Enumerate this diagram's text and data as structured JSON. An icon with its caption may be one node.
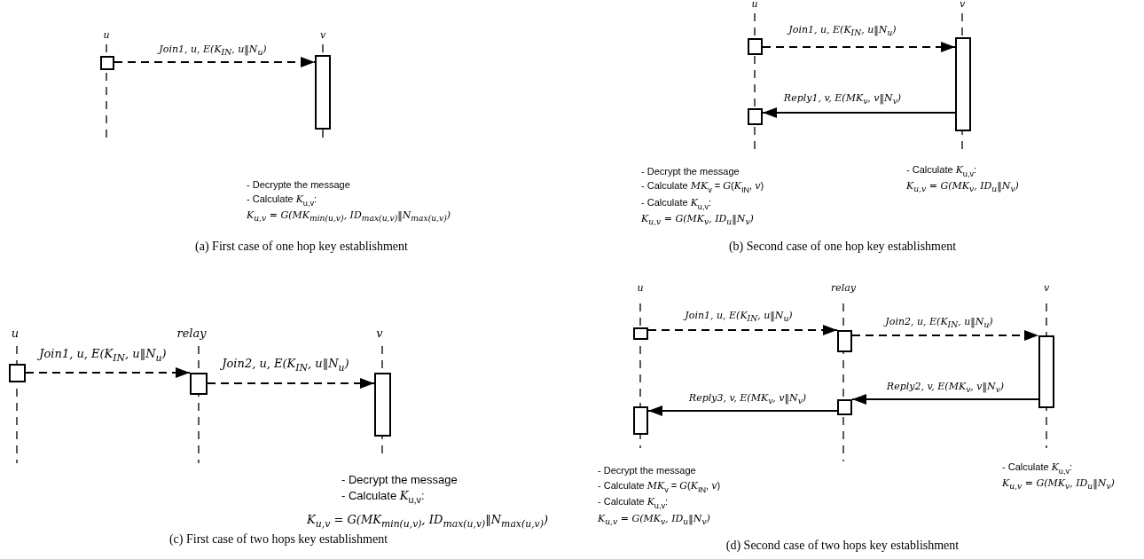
{
  "diagram": {
    "nodes": [
      {
        "text": [],
        "shape": "box"
      },
      {
        "text": [],
        "shape": "bar"
      },
      {
        "text": [],
        "shape": "box"
      },
      {
        "text": [],
        "shape": "bar"
      },
      {
        "text": [],
        "shape": "box"
      },
      {
        "text": [],
        "shape": "box"
      },
      {
        "text": [],
        "shape": "box"
      },
      {
        "text": [],
        "shape": "bar"
      },
      {
        "text": [],
        "shape": "box"
      },
      {
        "text": [],
        "shape": "box"
      },
      {
        "text": [],
        "shape": "bar"
      },
      {
        "text": [],
        "shape": "box"
      },
      {
        "text": [],
        "shape": "box"
      }
    ],
    "edges": [
      {
        "from": 0,
        "to": 1,
        "arrow": "to",
        "style": "dashed",
        "label": "Join1, u, E(K$_{IN}$, u‖N$_{u}$)"
      },
      {
        "from": 2,
        "to": 3,
        "arrow": "to",
        "style": "dashed",
        "label": "Join1, u, E(K$_{IN}$, u‖N$_{u}$)"
      },
      {
        "from": 3,
        "to": 4,
        "arrow": "to",
        "label": "Reply1, v, E(MK$_{v}$, v‖N$_{v}$)"
      },
      {
        "from": 5,
        "to": 6,
        "arrow": "to",
        "style": "dashed",
        "label": "Join1, u, E(K$_{IN}$, u‖N$_{u}$)"
      },
      {
        "from": 6,
        "to": 7,
        "arrow": "to",
        "style": "dashed",
        "label": "Join2, u, E(K$_{IN}$, u‖N$_{u}$)"
      },
      {
        "from": 8,
        "to": 9,
        "arrow": "to",
        "style": "dashed",
        "label": "Join1, u, E(K$_{IN}$, u‖N$_{u}$)"
      },
      {
        "from": 9,
        "to": 10,
        "arrow": "to",
        "style": "dashed",
        "label": "Join2, u, E(K$_{IN}$, u‖N$_{u}$)"
      },
      {
        "from": 10,
        "to": 11,
        "arrow": "to",
        "label": "Reply2, v, E(MK$_{v}$, v‖N$_{v}$)"
      },
      {
        "from": 11,
        "to": 12,
        "arrow": "to",
        "label": "Reply3, v, E(MK$_{v}$, v‖N$_{v}$)"
      }
    ],
    "labels": [
      "u",
      "v",
      "- Decrypte the message",
      "- Calculate *K*$_{u,v}$:",
      "K$_{u,v}$ = G(MK$_{min(u,v)}$, ID$_{max(u,v)}$‖N$_{max(u,v)}$)",
      "(a) First case of one hop key establishment",
      "u",
      "v",
      "- Decrypt the message",
      "- Calculate *MK*$_{v}$ = *G*(*K*$_{IN}$, *v*)",
      "- Calculate *K*$_{u,v}$:",
      "K$_{u,v}$ = G(MK$_{v}$, ID$_{u}$‖N$_{v}$)",
      "- Calculate *K*$_{u,v}$:",
      "K$_{u,v}$ = G(MK$_{v}$, ID$_{u}$‖N$_{v}$)",
      "(b) Second case of one hop key establishment",
      "u",
      "relay",
      "v",
      "- Decrypt the message",
      "- Calculate *K*$_{u,v}$:",
      "K$_{u,v}$ = G(MK$_{min(u,v)}$, ID$_{max(u,v)}$‖N$_{max(u,v)}$)",
      "(c) First case of two hops key establishment",
      "u",
      "relay",
      "v",
      "- Decrypt the message",
      "- Calculate *MK*$_{v}$ = *G*(*K*$_{IN}$, *v*)",
      "- Calculate *K*$_{u,v}$:",
      "K$_{u,v}$ = G(MK$_{v}$, ID$_{u}$‖N$_{v}$)",
      "- Calculate *K*$_{u,v}$:",
      "K$_{u,v}$ = G(MK$_{v}$, ID$_{u}$‖N$_{v}$)",
      "(d) Second case of two hops key establishment"
    ]
  }
}
